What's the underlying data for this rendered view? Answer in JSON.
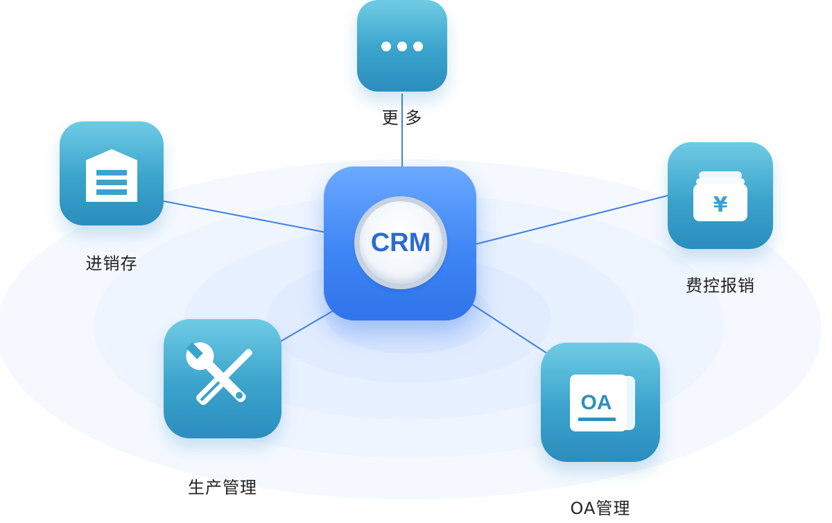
{
  "center": {
    "label": "CRM"
  },
  "modules": [
    {
      "id": "more",
      "label": "更 多",
      "icon": "more-dots-icon"
    },
    {
      "id": "inventory",
      "label": "进销存",
      "icon": "warehouse-icon"
    },
    {
      "id": "expense",
      "label": "费控报销",
      "icon": "money-bag-icon"
    },
    {
      "id": "production",
      "label": "生产管理",
      "icon": "tools-icon"
    },
    {
      "id": "oa",
      "label": "OA管理",
      "icon": "oa-document-icon",
      "icon_text": "OA"
    }
  ],
  "colors": {
    "tile": "#3aa3cc",
    "center": "#3f86f5",
    "line": "#3f7fe6",
    "badge_text": "#2b6bd6"
  }
}
